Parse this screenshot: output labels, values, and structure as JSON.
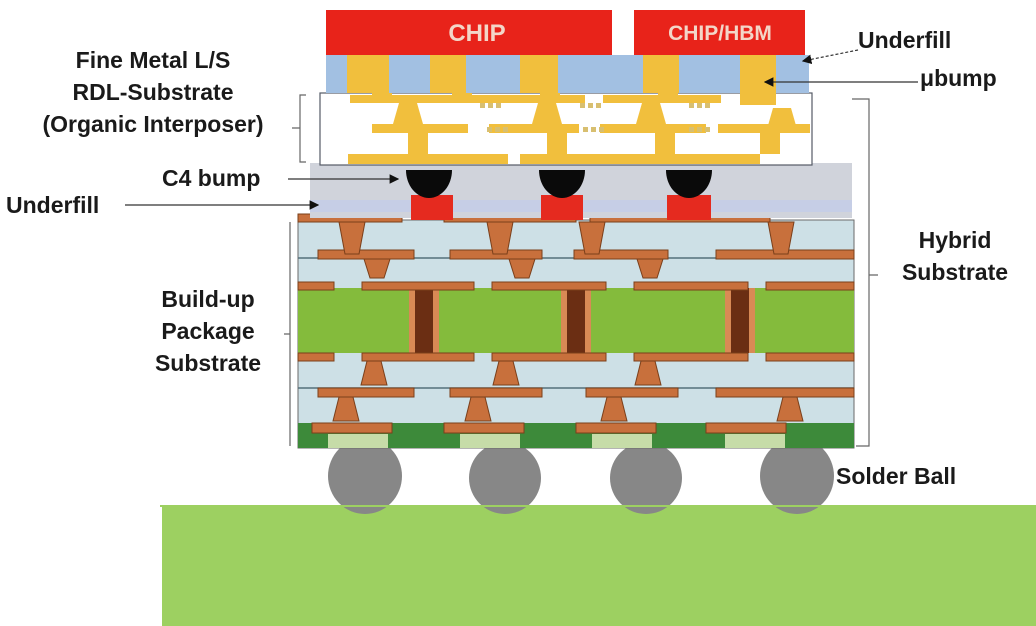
{
  "diagram": {
    "title": "Hybrid Substrate package cross-section",
    "chips": [
      {
        "label": "CHIP"
      },
      {
        "label": "CHIP/HBM"
      }
    ],
    "labels": {
      "underfill_top": "Underfill",
      "ubump": "μbump",
      "rdl": [
        "Fine Metal L/S",
        "RDL-Substrate",
        "(Organic Interposer)"
      ],
      "c4_bump": "C4 bump",
      "underfill_left": "Underfill",
      "buildup": [
        "Build-up",
        "Package",
        "Substrate"
      ],
      "hybrid": [
        "Hybrid",
        "Substrate"
      ],
      "solder_ball": "Solder Ball"
    },
    "layers": [
      "Chip die",
      "Underfill with μbumps",
      "RDL organic interposer",
      "Underfill with C4 bumps",
      "Build-up layers",
      "Core",
      "Build-up layers",
      "Solder mask",
      "Solder balls",
      "PCB"
    ],
    "colors": {
      "chip": "#e8231a",
      "underfill_top": "#a2c0e2",
      "copper_rdl": "#f1bf3d",
      "c4_bump": "#0a0a0a",
      "c4_pad": "#e52a1f",
      "underfill_c4": "#d0d3db",
      "dielectric": "#cde0e6",
      "copper": "#c8703c",
      "core": "#84bb3c",
      "via_core": "#6b2e13",
      "solder_mask": "#3d8a3a",
      "ball_pad": "#c6dca8",
      "solder_ball": "#878787",
      "pcb": "#9dd061"
    }
  }
}
